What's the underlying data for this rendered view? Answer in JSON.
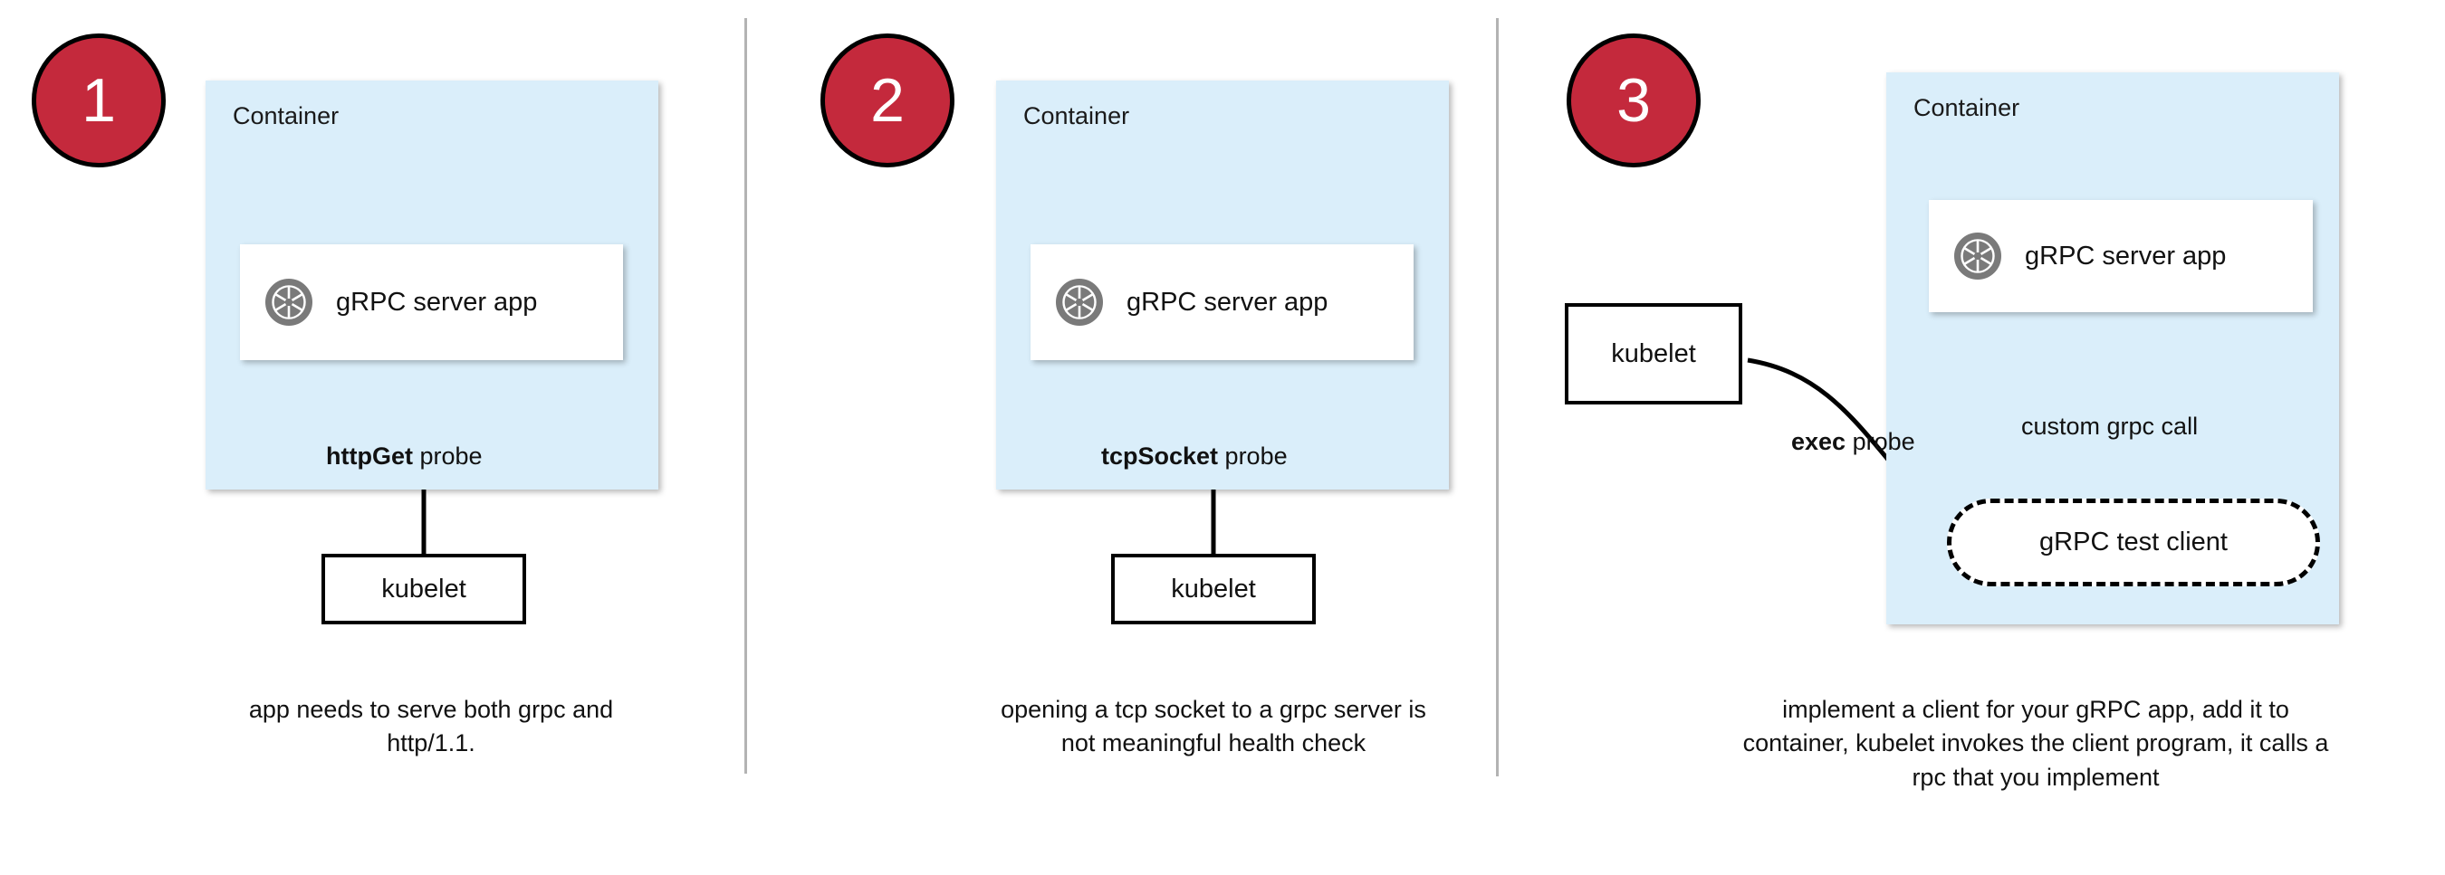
{
  "diagram": {
    "title": "Three approaches to health-checking a gRPC server in Kubernetes",
    "colors": {
      "badge_fill": "#C4293C",
      "badge_stroke": "#000000",
      "badge_text": "#FFFFFF",
      "container_fill": "#DAEEFA",
      "card_fill": "#FFFFFF",
      "stroke": "#000000",
      "divider": "#B3B3B3",
      "icon_gray": "#7A7A7A"
    },
    "icons": {
      "grpc_app": "grpc-aperture-icon"
    }
  },
  "panels": [
    {
      "number": "1",
      "container_label": "Container",
      "app_label": "gRPC server app",
      "probe_label_bold": "httpGet",
      "probe_label_rest": " probe",
      "kubelet_label": "kubelet",
      "caption": "app needs to serve both grpc and http/1.1."
    },
    {
      "number": "2",
      "container_label": "Container",
      "app_label": "gRPC server app",
      "probe_label_bold": "tcpSocket",
      "probe_label_rest": " probe",
      "kubelet_label": "kubelet",
      "caption": "opening a tcp socket to a grpc server is not meaningful health check"
    },
    {
      "number": "3",
      "container_label": "Container",
      "app_label": "gRPC server app",
      "probe_label_bold": "exec",
      "probe_label_rest": " probe",
      "kubelet_label": "kubelet",
      "client_label": "gRPC test client",
      "call_label": "custom grpc call",
      "caption": "implement a client for your gRPC app, add it to container, kubelet invokes the client program, it calls a rpc that you implement"
    }
  ]
}
